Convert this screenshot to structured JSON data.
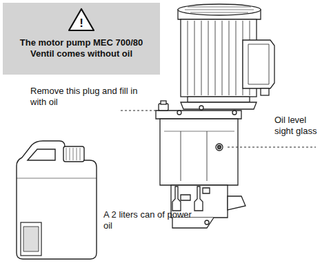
{
  "diagram": {
    "nodes": [
      {
        "text": [
          "!",
          "The motor pump MEC 700/80 Ventil comes without oil"
        ]
      }
    ],
    "labels": [
      "Remove this plug and fill in with oil",
      "Oil level sight glass",
      "A 2 liters can of power oil"
    ]
  }
}
